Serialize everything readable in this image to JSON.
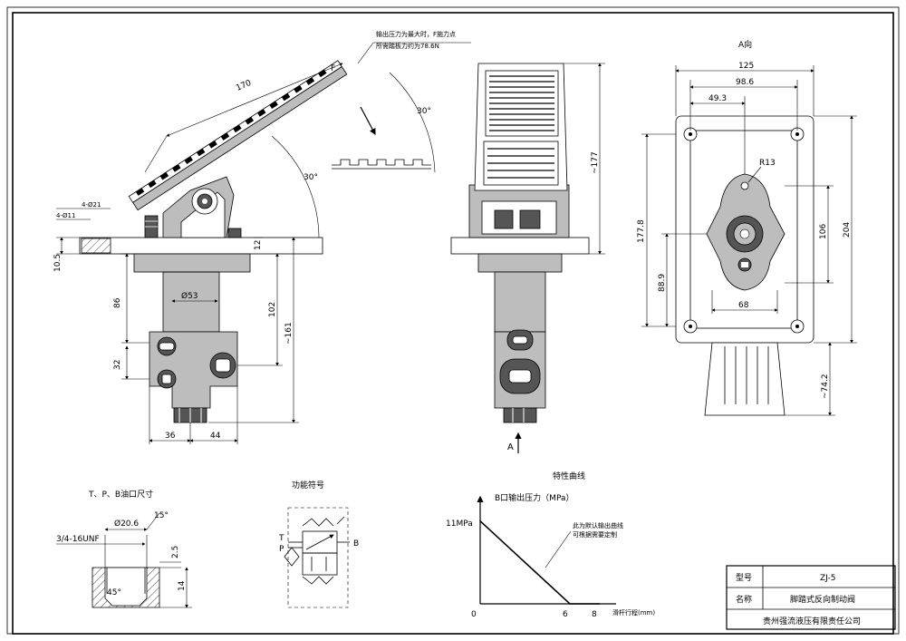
{
  "side_view": {
    "note_line1": "输出压力为最大时，F施力点",
    "note_line2": "所需踏板力约为78.6N",
    "force_label": "F",
    "dim_pedal_length": "170",
    "dim_angle_top": "30°",
    "dim_angle_bottom": "30°",
    "dim_hole_small": "4-Ø21",
    "dim_hole_large": "4-Ø11",
    "dim_base_thickness": "10.5",
    "dim_flange": "12",
    "dim_body_dia": "Ø53",
    "dim_86": "86",
    "dim_32": "32",
    "dim_102": "102",
    "dim_161": "~161",
    "dim_36": "36",
    "dim_44": "44"
  },
  "front_view": {
    "dim_177": "~177",
    "arrow_label": "A"
  },
  "a_view": {
    "title": "A向",
    "dim_125": "125",
    "dim_98_6": "98.6",
    "dim_49_3": "49.3",
    "dim_r13": "R13",
    "dim_177_8": "177.8",
    "dim_88_9": "88.9",
    "dim_106": "106",
    "dim_204": "204",
    "dim_68": "68",
    "dim_74_2": "~74.2"
  },
  "port_detail": {
    "title": "T、P、B油口尺寸",
    "dim_dia": "Ø20.6",
    "dim_angle_top": "15°",
    "dim_thread": "3/4-16UNF",
    "dim_2_5": "2.5",
    "dim_14": "14",
    "dim_angle_bottom": "45°"
  },
  "symbol": {
    "title": "功能符号",
    "port_t": "T",
    "port_p": "P",
    "port_b": "B"
  },
  "chart_data": {
    "type": "line",
    "title": "特性曲线",
    "ylabel": "B口输出压力（MPa）",
    "xlabel": "滑杆行程(mm)",
    "y_tick": "11MPa",
    "x_ticks": [
      "0",
      "6",
      "8"
    ],
    "note_line1": "此为默认输出曲线",
    "note_line2": "可根据需要定制",
    "series": [
      {
        "x": [
          0,
          6
        ],
        "y": [
          11,
          0
        ]
      }
    ]
  },
  "title_block": {
    "label_model": "型号",
    "value_model": "ZJ-5",
    "label_name": "名称",
    "value_name": "脚踏式反向制动阀",
    "company": "贵州强流液压有限责任公司"
  }
}
